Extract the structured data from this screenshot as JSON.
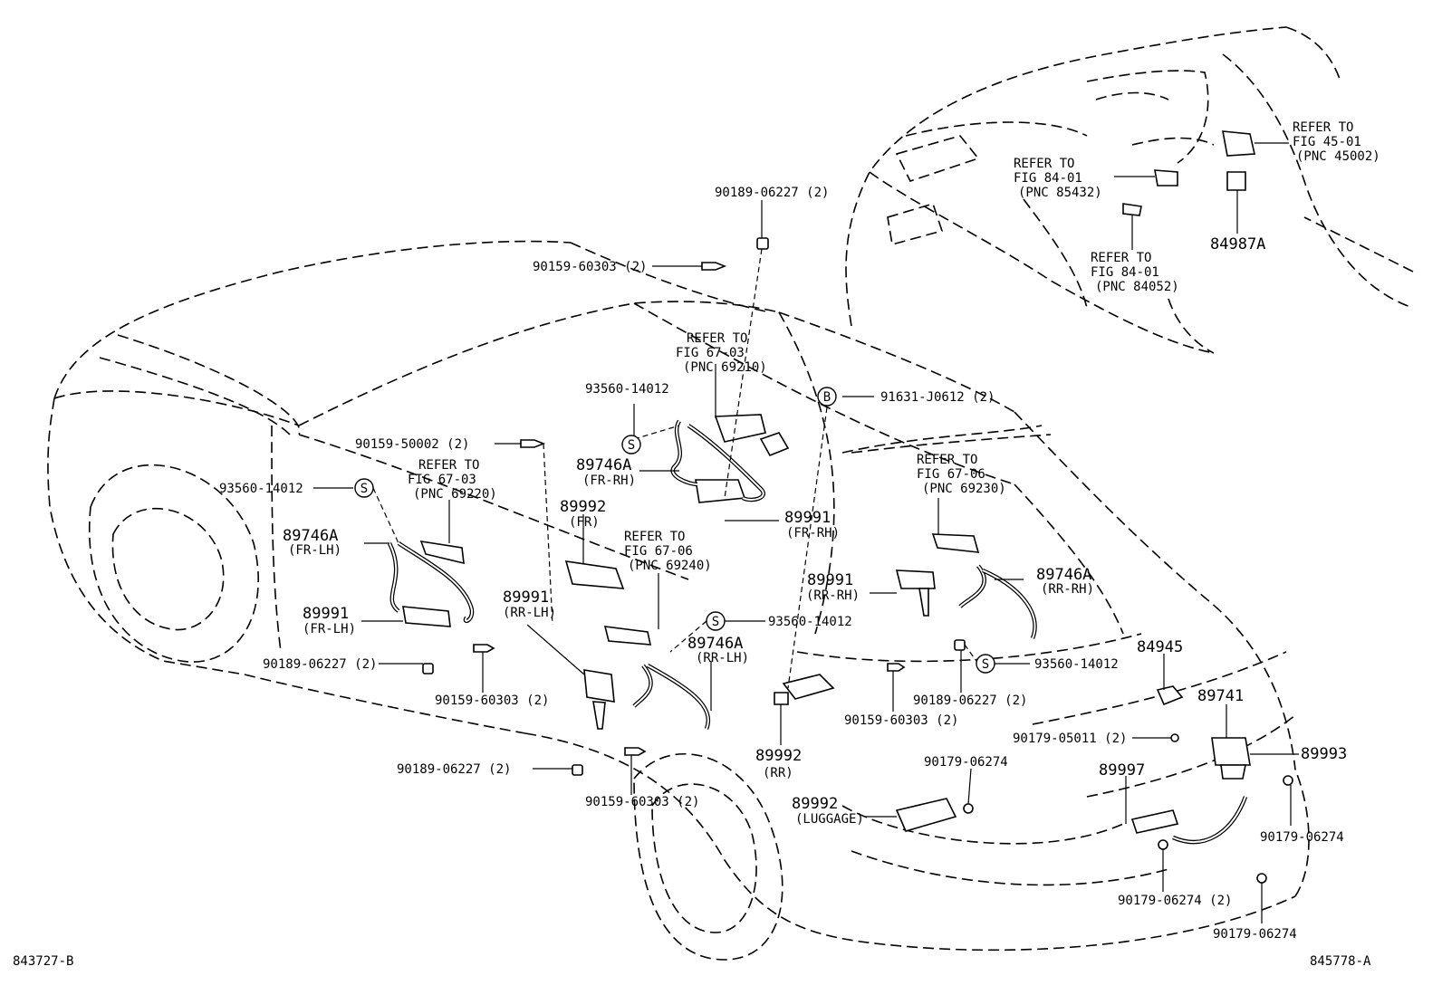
{
  "labels": {
    "l01": "90189-06227 (2)",
    "l02": "90159-60303 (2)",
    "l03": "REFER TO",
    "l04": "FIG 67-03",
    "l05": "(PNC 69210)",
    "l06": "93560-14012",
    "l07": "91631-J0612 (2)",
    "l08": "90159-50002 (2)",
    "l09": "89746A",
    "l10": "(FR-RH)",
    "l11": "93560-14012",
    "l12": "REFER TO",
    "l13": "FIG 67-03",
    "l14": "(PNC 69220)",
    "l15": "89992",
    "l16": "(FR)",
    "l17": "89991",
    "l18": "(FR-RH)",
    "l19": "REFER TO",
    "l20": "FIG 67-06",
    "l21": "(PNC 69230)",
    "l22": "89746A",
    "l23": "(FR-LH)",
    "l24": "REFER TO",
    "l25": "FIG 67-06",
    "l26": "(PNC 69240)",
    "l27": "89991",
    "l28": "(RR-RH)",
    "l29": "89746A",
    "l30": "(RR-RH)",
    "l31": "89991",
    "l32": "(FR-LH)",
    "l33": "89991",
    "l34": "(RR-LH)",
    "l35": "93560-14012",
    "l36": "89746A",
    "l37": "(RR-LH)",
    "l38": "84945",
    "l39": "93560-14012",
    "l40": "90189-06227 (2)",
    "l41": "90159-60303 (2)",
    "l42": "90189-06227 (2)",
    "l43": "89741",
    "l44": "90159-60303 (2)",
    "l45": "90179-05011 (2)",
    "l46": "89992",
    "l47": "(RR)",
    "l48": "90179-06274",
    "l49": "89993",
    "l50": "90189-06227 (2)",
    "l51": "89997",
    "l52": "90159-60303 (2)",
    "l53": "89992",
    "l54": "(LUGGAGE)",
    "l55": "90179-06274",
    "l56": "90179-06274 (2)",
    "l57": "90179-06274",
    "l58": "REFER TO",
    "l59": "FIG 45-01",
    "l60": "(PNC 45002)",
    "l61": "REFER TO",
    "l62": "FIG 84-01",
    "l63": "(PNC 85432)",
    "l64": "84987A",
    "l65": "REFER TO",
    "l66": "FIG 84-01",
    "l67": "(PNC 84052)",
    "l68": "843727-B",
    "l69": "845778-A"
  },
  "symbols": {
    "s": "S",
    "b": "B"
  }
}
